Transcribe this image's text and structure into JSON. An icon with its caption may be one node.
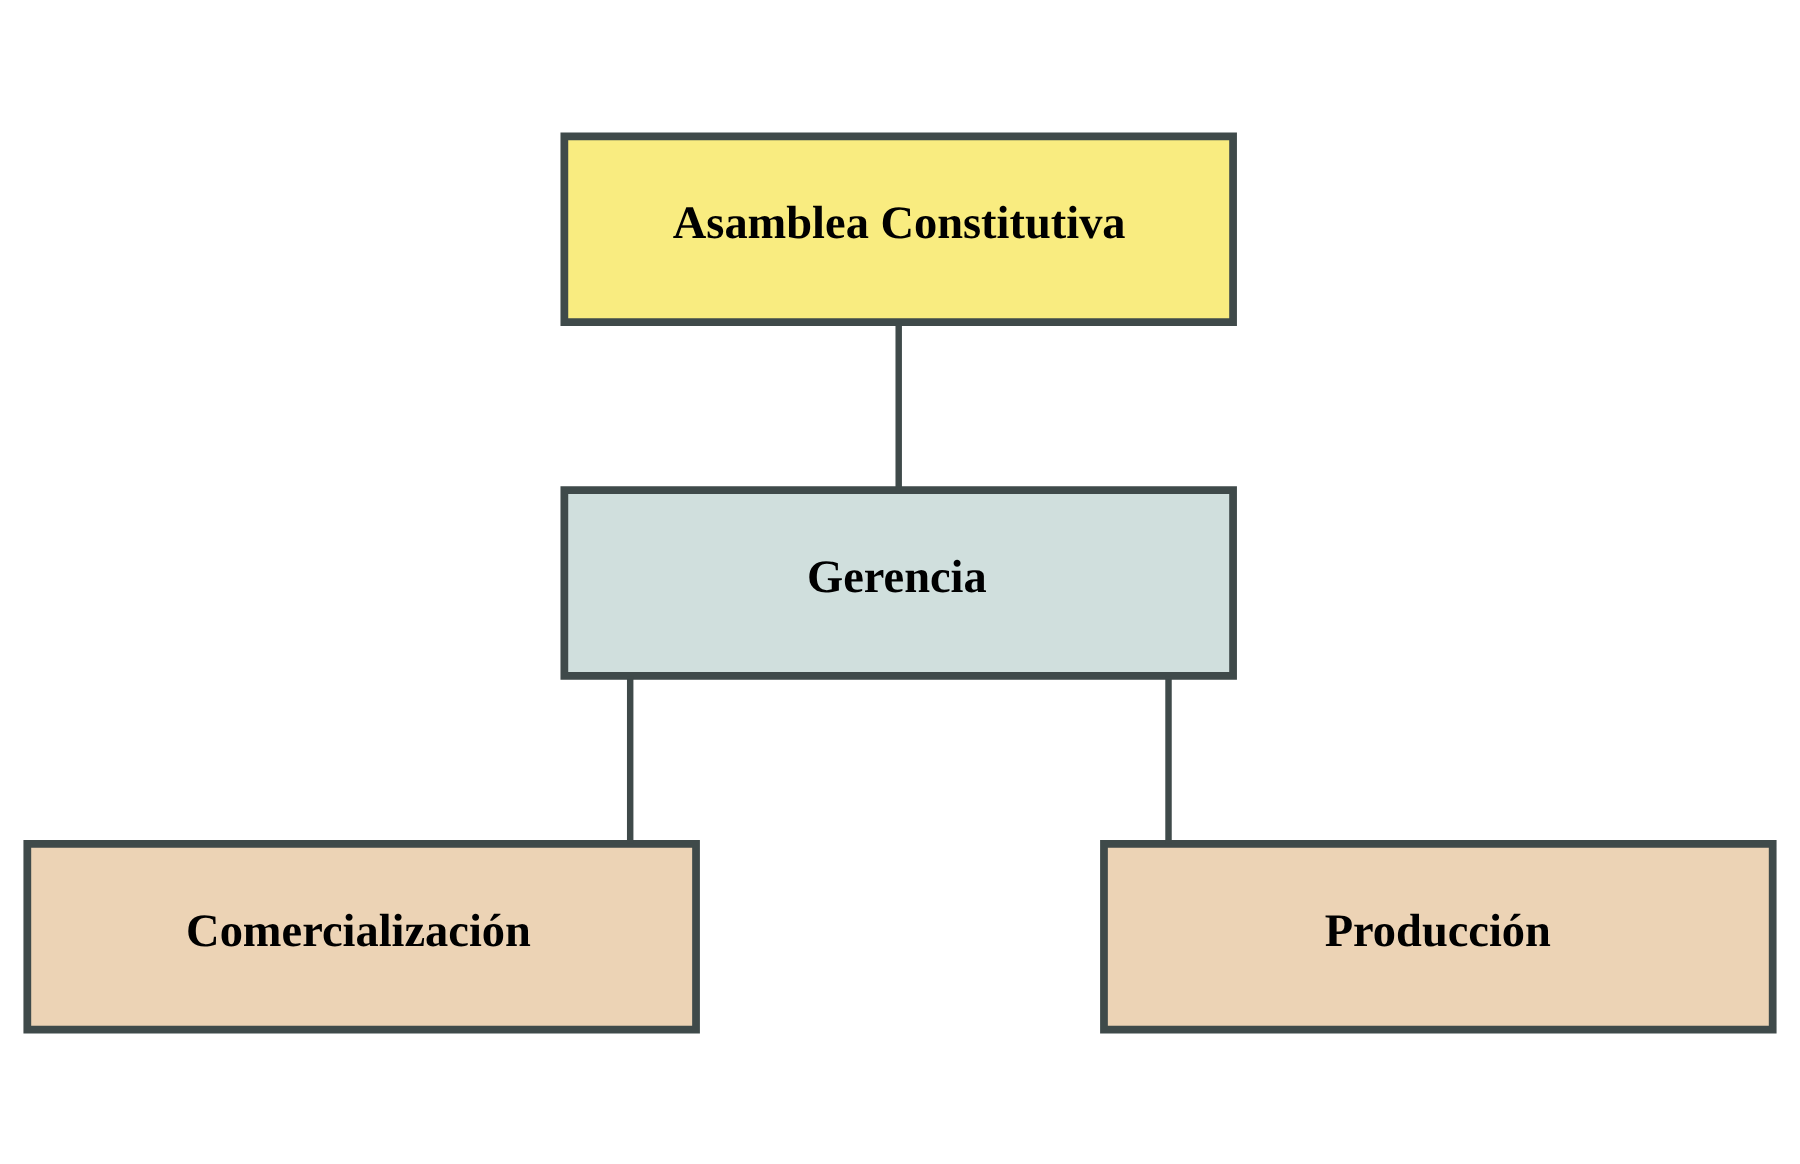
{
  "diagram": {
    "nodes": [
      {
        "text": [
          "Asamblea Constitutiva"
        ]
      },
      {
        "text": [
          "Gerencia"
        ]
      },
      {
        "text": [
          "Comercialización"
        ]
      },
      {
        "text": [
          "Producción"
        ]
      }
    ],
    "edges": [
      {
        "from": 0,
        "to": 1,
        "arrow": "none"
      },
      {
        "from": 1,
        "to": 2,
        "arrow": "none"
      },
      {
        "from": 1,
        "to": 3,
        "arrow": "none"
      }
    ]
  }
}
